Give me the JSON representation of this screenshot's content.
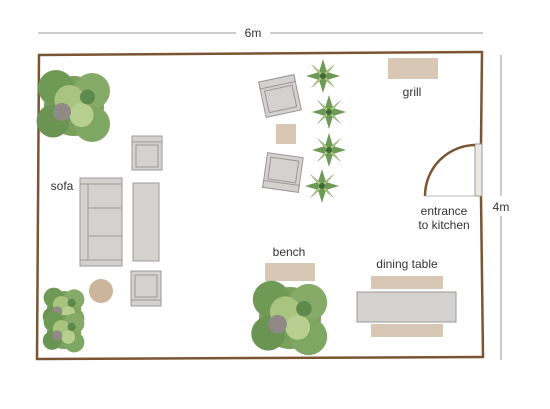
{
  "dimensions": {
    "width": "6m",
    "height": "4m"
  },
  "labels": {
    "sofa": "sofa",
    "grill": "grill",
    "bench": "bench",
    "dining_table": "dining table",
    "entrance_line1": "entrance",
    "entrance_line2": "to kitchen"
  },
  "colors": {
    "wall": "#7a5533",
    "dimension_line": "#999999",
    "furniture_fill": "#d4d2cf",
    "furniture_stroke": "#9b9895",
    "wood": "#d7c7b4",
    "round_table": "#cbb59b",
    "foliage_dark": "#5f8a4e",
    "foliage_light": "#a8c47f"
  }
}
